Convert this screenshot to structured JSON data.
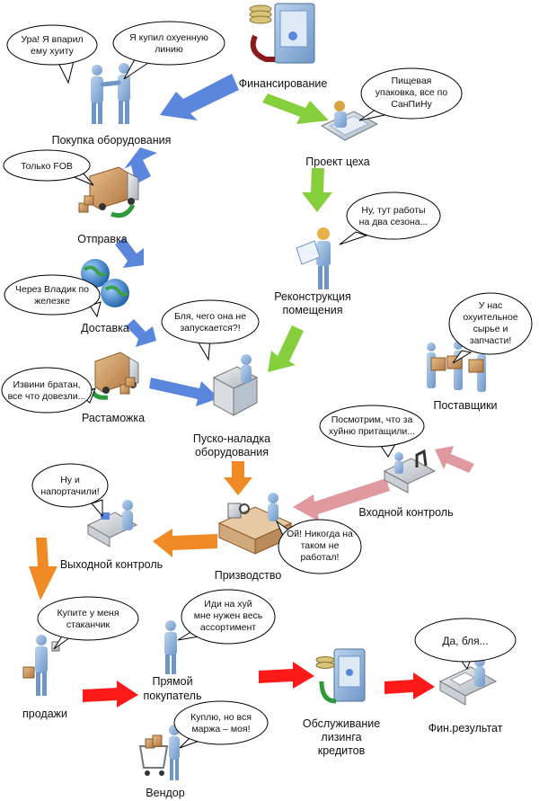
{
  "colors": {
    "arrow_blue": "#5b86dd",
    "arrow_green": "#86cf3c",
    "arrow_orange": "#f08a24",
    "arrow_pink": "#e09a9f",
    "arrow_red": "#ff1a1a",
    "figure_blue": "#8fb2d8",
    "box_tan": "#c9925a",
    "bubble_stroke": "#000000"
  },
  "nodes": [
    {
      "key": "financing",
      "label": "Финансирование",
      "icon": "money-cabinet-icon"
    },
    {
      "key": "purchase",
      "label": "Покупка оборудования",
      "icon": "handshake-people-icon"
    },
    {
      "key": "shipping",
      "label": "Отправка",
      "icon": "delivery-truck-icon"
    },
    {
      "key": "delivery",
      "label": "Доставка",
      "icon": "globe-icon"
    },
    {
      "key": "customs",
      "label": "Растаможка",
      "icon": "delivery-truck-icon"
    },
    {
      "key": "shop_project",
      "label": "Проект цеха",
      "icon": "designer-desk-icon"
    },
    {
      "key": "reconstruction",
      "label": [
        "Реконструкция",
        "помещения"
      ],
      "icon": "engineer-plan-icon"
    },
    {
      "key": "commissioning",
      "label": [
        "Пуско-наладка",
        "оборудования"
      ],
      "icon": "workstation-icon"
    },
    {
      "key": "suppliers",
      "label": "Поставщики",
      "icon": "suppliers-boxes-icon"
    },
    {
      "key": "incoming_control",
      "label": "Входной контроль",
      "icon": "microscope-desk-icon"
    },
    {
      "key": "production",
      "label": "Призводство",
      "icon": "factory-line-icon"
    },
    {
      "key": "output_control",
      "label": "Выходной контроль",
      "icon": "inspector-desk-icon"
    },
    {
      "key": "sales",
      "label": "продажи",
      "icon": "salesman-icon"
    },
    {
      "key": "direct_buyer",
      "label": [
        "Прямой",
        "покупатель"
      ],
      "icon": "buyer-person-icon"
    },
    {
      "key": "vendor",
      "label": "Вендор",
      "icon": "shopping-cart-icon"
    },
    {
      "key": "leasing",
      "label": [
        "Обслуживание",
        "лизинга",
        "кредитов"
      ],
      "icon": "money-cabinet-icon"
    },
    {
      "key": "fin_result",
      "label": "Фин.результат",
      "icon": "accountant-desk-icon"
    }
  ],
  "bubbles": [
    {
      "key": "ura",
      "lines": [
        "Ура! Я впарил",
        "ему хуиту"
      ]
    },
    {
      "key": "kupil",
      "lines": [
        "Я купил охуенную",
        "линию"
      ]
    },
    {
      "key": "fob",
      "lines": [
        "Только FOB"
      ]
    },
    {
      "key": "vladik",
      "lines": [
        "Через Владик по",
        "железке"
      ]
    },
    {
      "key": "bratan",
      "lines": [
        "Извини братан,",
        "все что довезли..."
      ]
    },
    {
      "key": "upakovka",
      "lines": [
        "Пищевая",
        "упаковка, все по",
        "СанПиНу"
      ]
    },
    {
      "key": "sezona",
      "lines": [
        "Ну, тут работы",
        "на два сезона..."
      ]
    },
    {
      "key": "blya_ne",
      "lines": [
        "Бля, чего она не",
        "запускается?!"
      ]
    },
    {
      "key": "syrye",
      "lines": [
        "У нас",
        "охуительное",
        "сырье и",
        "запчасти!"
      ]
    },
    {
      "key": "posmotrim",
      "lines": [
        "Посмотрим, что за",
        "хуйню притащили..."
      ]
    },
    {
      "key": "napor",
      "lines": [
        "Ну и",
        "напортачили!"
      ]
    },
    {
      "key": "nikogda",
      "lines": [
        "Ой! Никогда на",
        "таком не",
        "работал!"
      ]
    },
    {
      "key": "stakanchik",
      "lines": [
        "Купите у меня",
        "стаканчик"
      ]
    },
    {
      "key": "assort",
      "lines": [
        "Иди на хуй",
        "мне нужен весь",
        "ассортимент"
      ]
    },
    {
      "key": "marzha",
      "lines": [
        "Куплю, но вся",
        "маржа – моя!"
      ]
    },
    {
      "key": "da_blya",
      "lines": [
        "Да, бля..."
      ]
    }
  ]
}
